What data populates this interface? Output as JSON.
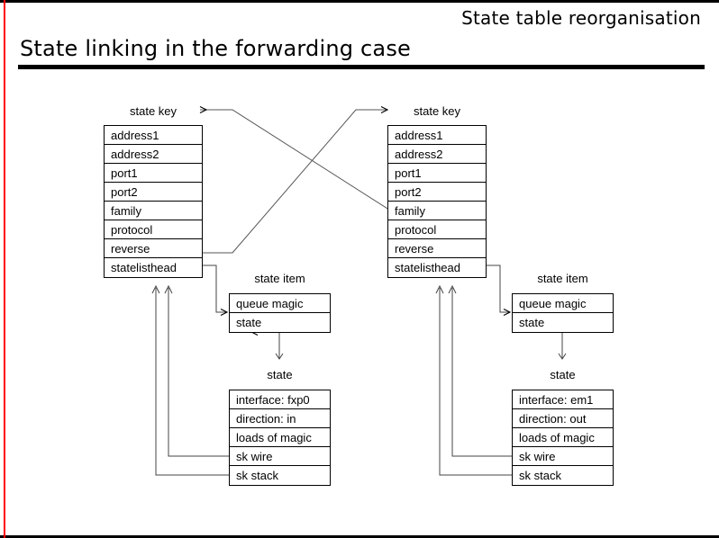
{
  "header": {
    "running_head": "State table reorganisation",
    "title": "State linking in the forwarding case"
  },
  "diagram": {
    "left_state_key": {
      "caption": "state key",
      "rows": [
        "address1",
        "address2",
        "port1",
        "port2",
        "family",
        "protocol",
        "reverse",
        "statelisthead"
      ]
    },
    "right_state_key": {
      "caption": "state key",
      "rows": [
        "address1",
        "address2",
        "port1",
        "port2",
        "family",
        "protocol",
        "reverse",
        "statelisthead"
      ]
    },
    "left_state_item": {
      "caption": "state item",
      "rows": [
        "queue magic",
        "state"
      ]
    },
    "right_state_item": {
      "caption": "state item",
      "rows": [
        "queue magic",
        "state"
      ]
    },
    "left_state": {
      "caption": "state",
      "rows": [
        "interface: fxp0",
        "direction: in",
        "loads of magic",
        "sk wire",
        "sk stack"
      ]
    },
    "right_state": {
      "caption": "state",
      "rows": [
        "interface: em1",
        "direction: out",
        "loads of magic",
        "sk wire",
        "sk stack"
      ]
    }
  },
  "colors": {
    "accent_red": "#ff0000",
    "line": "#000000",
    "background": "#ffffff"
  }
}
